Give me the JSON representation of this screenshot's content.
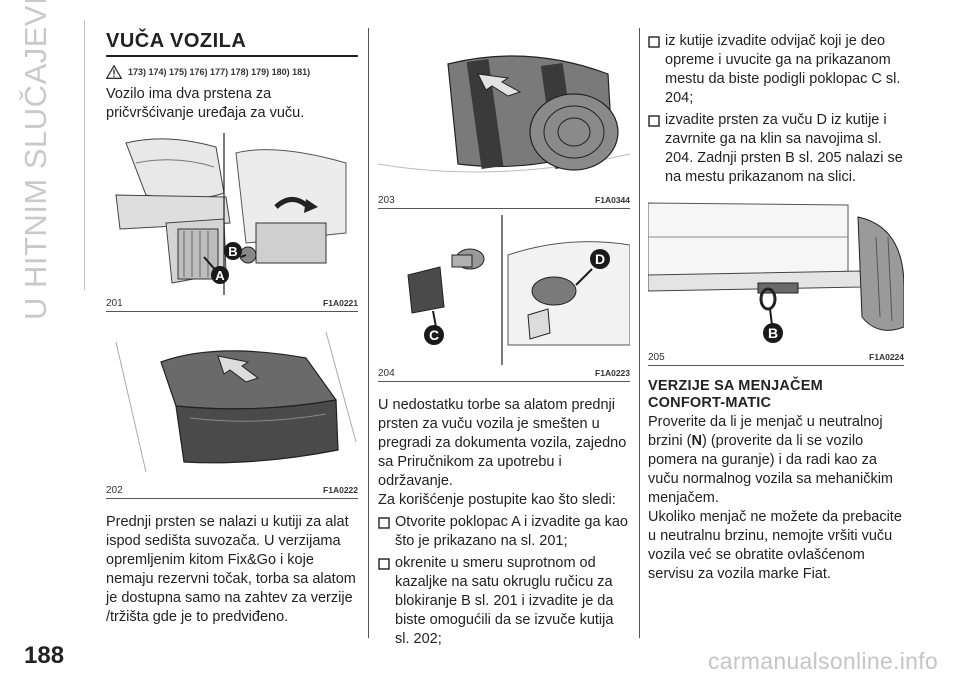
{
  "sidebar": {
    "section_title": "U HITNIM SLUČAJEVIMA"
  },
  "footer": {
    "page_number": "188",
    "watermark": "carmanualsonline.info"
  },
  "section": {
    "title": "VUČA VOZILA",
    "warning_refs": "173) 174) 175) 176) 177) 178) 179) 180) 181)",
    "intro": "Vozilo ima dva prstena za pričvršćivanje uređaja za vuču."
  },
  "figures": {
    "fig201": {
      "number": "201",
      "code": "F1A0221",
      "label_a": "A",
      "label_b": "B"
    },
    "fig202": {
      "number": "202",
      "code": "F1A0222"
    },
    "fig203": {
      "number": "203",
      "code": "F1A0344"
    },
    "fig204": {
      "number": "204",
      "code": "F1A0223",
      "label_c": "C",
      "label_d": "D"
    },
    "fig205": {
      "number": "205",
      "code": "F1A0224",
      "label_b": "B"
    }
  },
  "col1": {
    "paragraph": "Prednji prsten se nalazi u kutiji za alat ispod sedišta suvozača. U verzijama opremljenim kitom Fix&Go i koje nemaju rezervni točak, torba sa alatom je dostupna samo na zahtev za verzije /tržišta gde je to predviđeno."
  },
  "col2": {
    "paragraph1": "U nedostatku torbe sa alatom prednji prsten za vuču vozila je smešten u pregradi za dokumenta vozila, zajedno sa Priručnikom za upotrebu i održavanje.",
    "paragraph2": "Za korišćenje postupite kao što sledi:",
    "bullets": [
      "Otvorite poklopac A i izvadite ga kao što je prikazano na sl. 201;",
      "okrenite u smeru suprotnom od kazaljke na satu okruglu ručicu za blokiranje B sl. 201 i izvadite je da biste omogućili da se izvuče kutija sl. 202;"
    ]
  },
  "col3": {
    "bullets": [
      "iz kutije izvadite odvijač koji je deo opreme i uvucite ga na prikazanom mestu da biste podigli poklopac C sl. 204;",
      "izvadite prsten za vuču D iz kutije i zavrnite ga na klin sa navojima sl. 204. Zadnji prsten B sl. 205 nalazi se na mestu prikazanom na slici."
    ],
    "subheading_line1": "VERZIJE SA MENJAČEM",
    "subheading_line2": "CONFORT-MATIC",
    "para_a_pre": "Proverite da li je menjač u neutralnoj brzini (",
    "para_a_bold": "N",
    "para_a_post": ") (proverite da li se vozilo pomera na guranje) i da radi kao za vuču normalnog vozila sa mehaničkim menjačem.",
    "para_b": "Ukoliko menjač ne možete da prebacite u neutralnu brzinu, nemojte vršiti vuču vozila već se obratite ovlašćenom servisu za vozila marke Fiat."
  },
  "colors": {
    "label_fill": "#1a1a1a",
    "ring_fill": "#7a7a7a",
    "text": "#222222"
  },
  "icons": {
    "warning": "warning-triangle-icon",
    "bullet": "checkbox-bullet-icon"
  }
}
